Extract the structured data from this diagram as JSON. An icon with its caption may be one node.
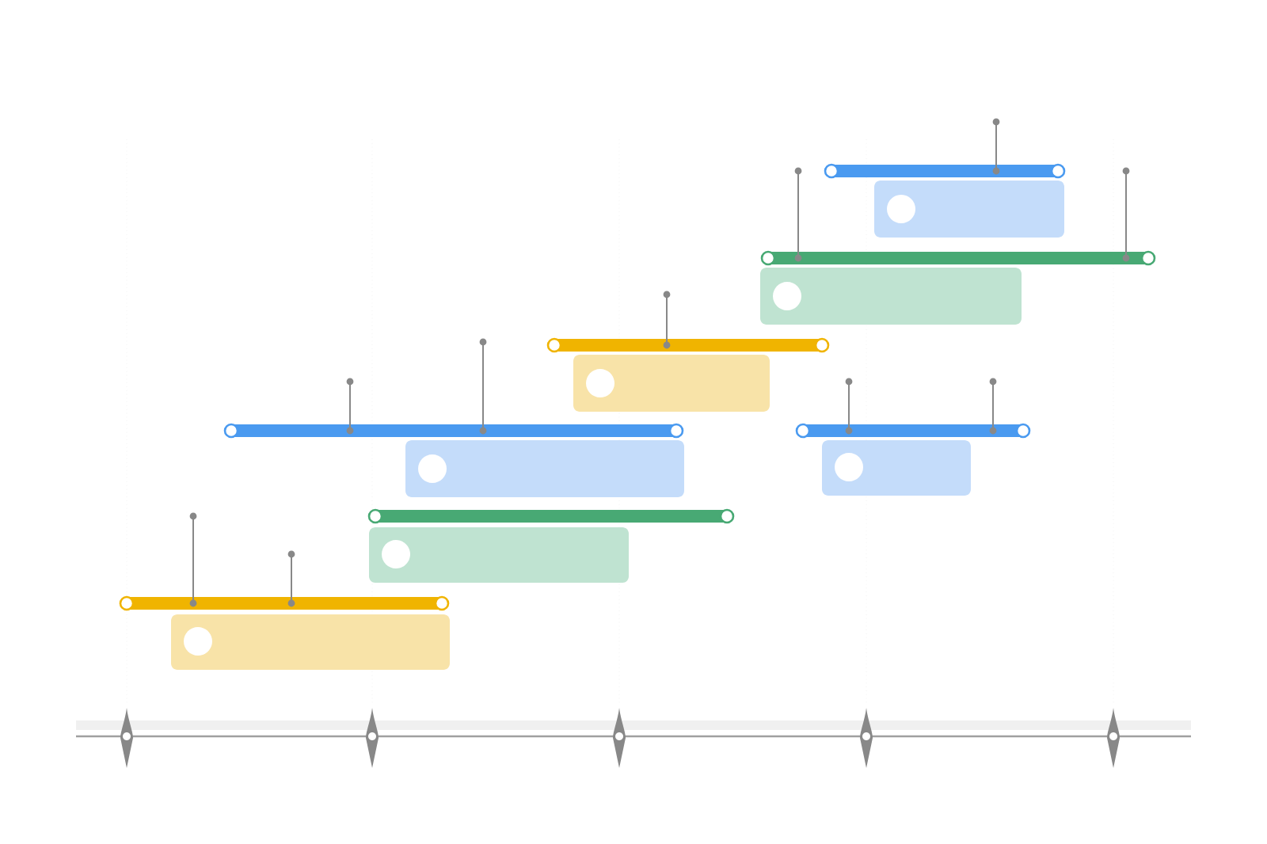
{
  "diagram": {
    "nodes": [
      {
        "text": [],
        "shape": "bar"
      },
      {
        "text": [],
        "shape": "bar"
      },
      {
        "text": [],
        "shape": "bar"
      },
      {
        "text": [],
        "shape": "bar"
      },
      {
        "text": [],
        "shape": "bar"
      },
      {
        "text": [],
        "shape": "bar"
      },
      {
        "text": [],
        "shape": "bar"
      }
    ]
  }
}
